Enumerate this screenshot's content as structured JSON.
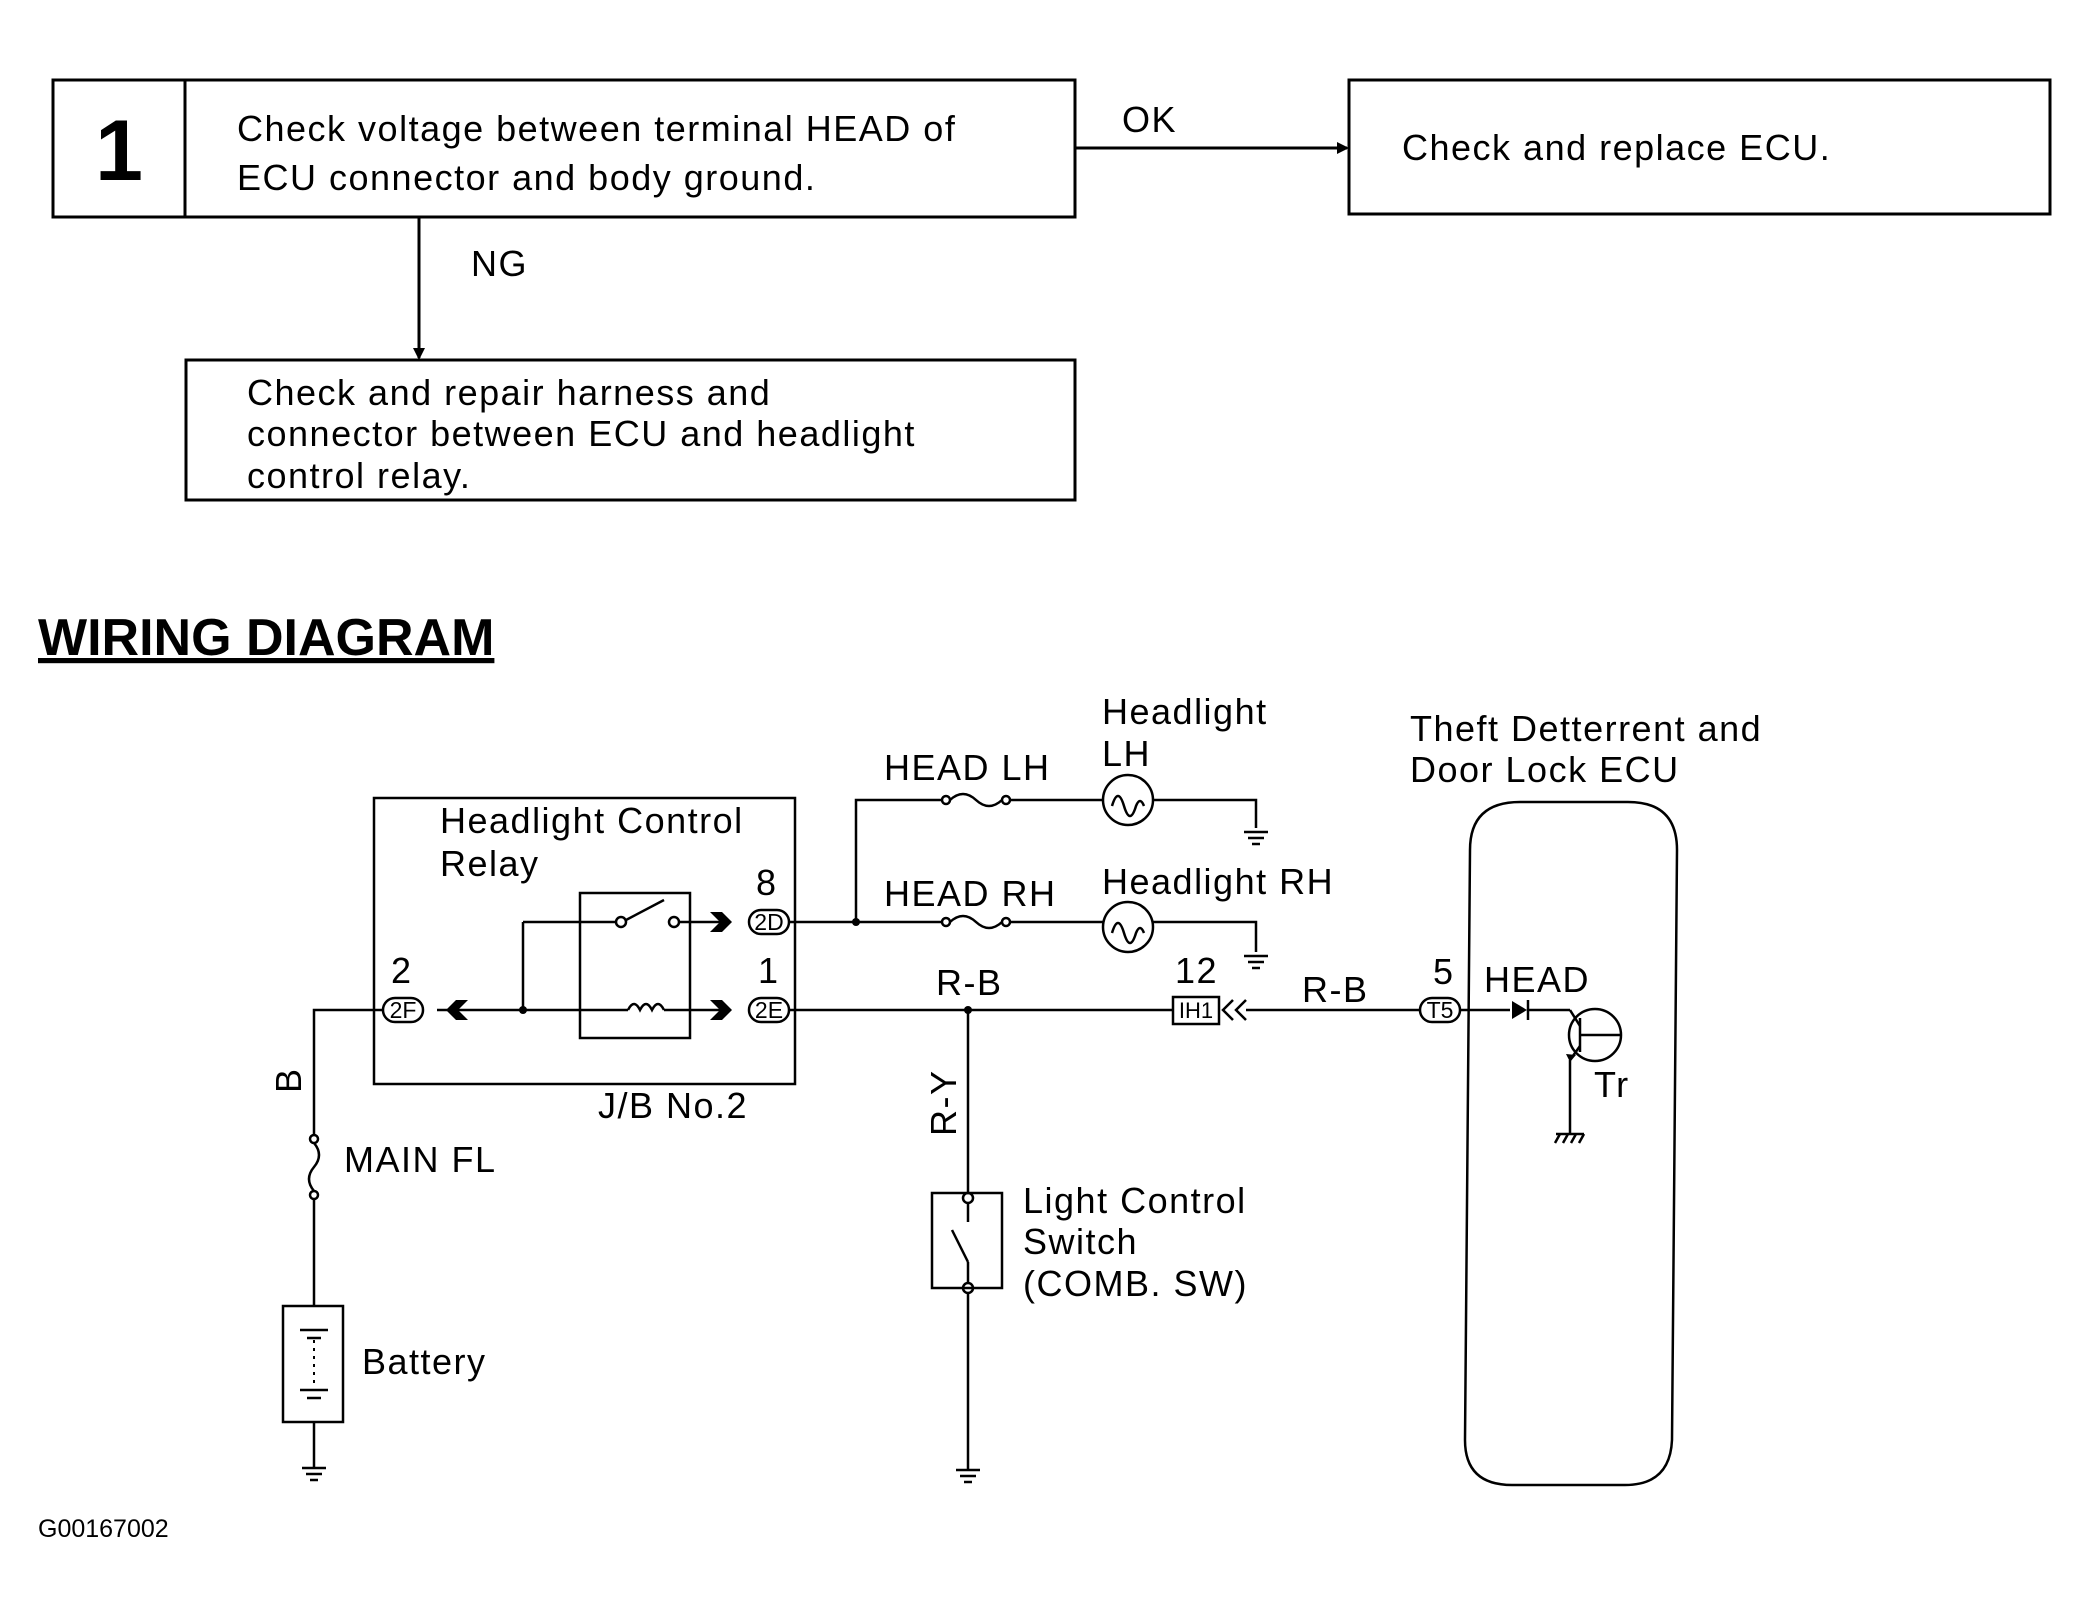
{
  "flowchart": {
    "step_number": "1",
    "step_text": [
      "Check voltage between terminal HEAD of",
      "ECU connector and body ground."
    ],
    "ok_label": "OK",
    "ok_result": "Check and replace ECU.",
    "ng_label": "NG",
    "ng_result": [
      "Check and repair harness and",
      "connector between ECU and headlight",
      "control relay."
    ]
  },
  "wiring": {
    "title": "WIRING DIAGRAM",
    "relay_label": [
      "Headlight Control",
      "Relay"
    ],
    "jb_label": "J/B No.2",
    "pin_2": "2",
    "pin_8": "8",
    "pin_1": "1",
    "pin_12": "12",
    "pin_5": "5",
    "conn_2f": "2F",
    "conn_2d": "2D",
    "conn_2e": "2E",
    "conn_ih1": "IH1",
    "conn_t5": "T5",
    "wire_b": "B",
    "wire_rb_1": "R-B",
    "wire_rb_2": "R-B",
    "wire_ry": "R-Y",
    "fuse_main": "MAIN FL",
    "battery": "Battery",
    "fuse_head_lh": "HEAD LH",
    "fuse_head_rh": "HEAD RH",
    "headlight_lh": [
      "Headlight",
      "LH"
    ],
    "headlight_rh": "Headlight RH",
    "ecu_label": [
      "Theft Detterrent and",
      "Door Lock ECU"
    ],
    "head_terminal": "HEAD",
    "transistor": "Tr",
    "light_switch": [
      "Light Control",
      "Switch",
      "(COMB. SW)"
    ]
  },
  "figure_id": "G00167002"
}
